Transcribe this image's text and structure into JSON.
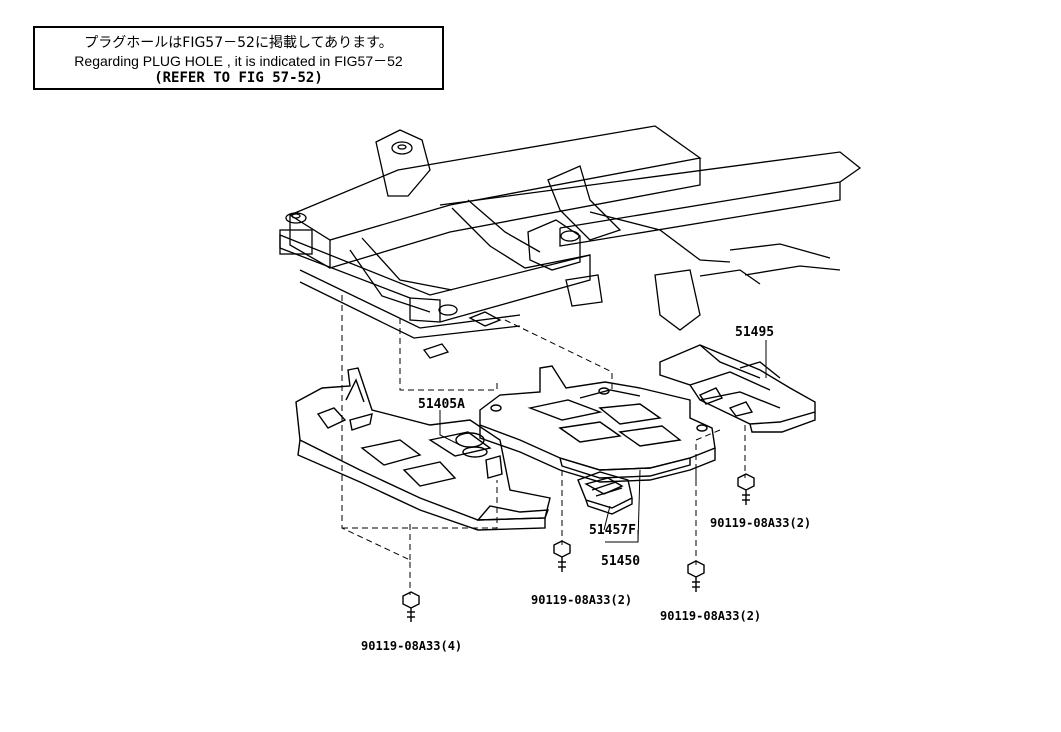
{
  "note": {
    "line_jp": "プラグホールはFIG57－52に掲載してあります。",
    "line_en": "Regarding PLUG HOLE , it is indicated in FIG57－52",
    "line_ref": "(REFER TO FIG 57-52)"
  },
  "parts": {
    "cover_front": "51405A",
    "cover_rear": "51495",
    "cover_center": "51450",
    "plug": "51457F"
  },
  "bolts": {
    "left": "90119-08A33(4)",
    "center": "90119-08A33(2)",
    "right_lower": "90119-08A33(2)",
    "right_upper": "90119-08A33(2)"
  }
}
